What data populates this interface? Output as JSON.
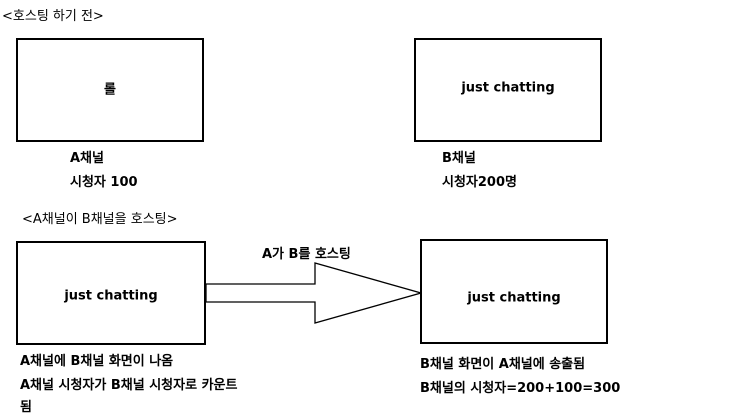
{
  "before": {
    "heading": "<호스팅 하기 전>",
    "channel_a": {
      "screen_label": "롤",
      "name": "A채널",
      "viewers": "시청자 100"
    },
    "channel_b": {
      "screen_label": "just chatting",
      "name": "B채널",
      "viewers": "시청자200명"
    }
  },
  "after": {
    "heading": "<A채널이 B채널을 호스팅>",
    "arrow_label": "A가 B를 호스팅",
    "channel_a": {
      "screen_label": "just chatting",
      "note_1": "A채널에 B채널 화면이 나옴",
      "note_2": "A채널 시청자가 B채널 시청자로 카운트",
      "note_3": "됨"
    },
    "channel_b": {
      "screen_label": "just chatting",
      "note_1": "B채널 화면이 A채널에 송출됨",
      "note_2": "B채널의 시청자=200+100=300"
    }
  }
}
